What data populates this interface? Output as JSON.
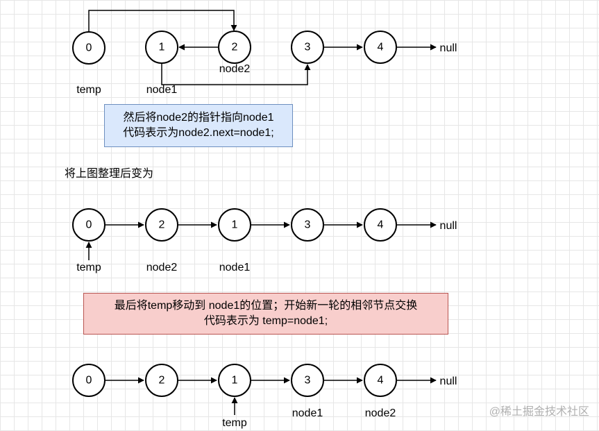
{
  "diagram1": {
    "nodes": [
      "0",
      "1",
      "2",
      "3",
      "4"
    ],
    "null_label": "null",
    "labels": {
      "temp": "temp",
      "node1": "node1",
      "node2": "node2"
    }
  },
  "note1": {
    "line1": "然后将node2的指针指向node1",
    "line2": "代码表示为node2.next=node1;"
  },
  "caption": "将上图整理后变为",
  "diagram2": {
    "nodes": [
      "0",
      "2",
      "1",
      "3",
      "4"
    ],
    "null_label": "null",
    "labels": {
      "temp": "temp",
      "node2": "node2",
      "node1": "node1"
    }
  },
  "note2": {
    "line1": "最后将temp移动到 node1的位置；开始新一轮的相邻节点交换",
    "line2": "代码表示为 temp=node1;"
  },
  "diagram3": {
    "nodes": [
      "0",
      "2",
      "1",
      "3",
      "4"
    ],
    "null_label": "null",
    "labels": {
      "temp": "temp",
      "node1": "node1",
      "node2": "node2"
    }
  },
  "watermark": "@稀土掘金技术社区",
  "colors": {
    "note1_fill": "#dae8fc",
    "note1_border": "#6c8ebf",
    "note2_fill": "#f8cecc",
    "note2_border": "#b85450"
  }
}
